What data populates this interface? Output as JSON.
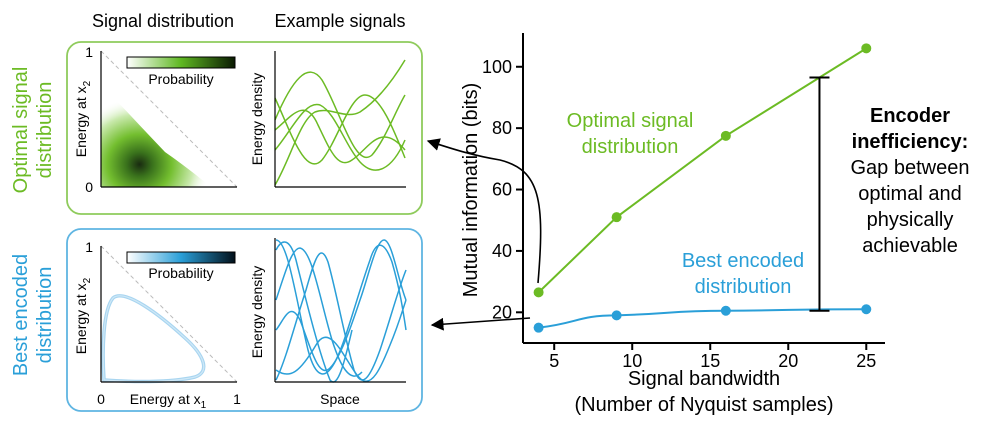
{
  "left": {
    "col_titles": {
      "distribution": "Signal distribution",
      "examples": "Example signals"
    },
    "optimal": {
      "row_label_1": "Optimal signal",
      "row_label_2": "distribution",
      "colorbar_label": "Probability",
      "y_axis": "Energy at x",
      "y_sub": "2",
      "ex_ylabel": "Energy density",
      "tick_y_top": "1",
      "tick_y_bottom": "0",
      "color": "#6cbb24"
    },
    "encoded": {
      "row_label_1": "Best encoded",
      "row_label_2": "distribution",
      "colorbar_label": "Probability",
      "y_axis": "Energy at x",
      "y_sub": "2",
      "x_axis": "Energy at x",
      "x_sub": "1",
      "ex_ylabel": "Energy density",
      "ex_xlabel": "Space",
      "tick_y_top": "1",
      "tick_origin": "0",
      "tick_x_right": "1",
      "color": "#2a9fd8"
    }
  },
  "chart_data": {
    "type": "line",
    "xlabel_line1": "Signal bandwidth",
    "xlabel_line2": "(Number of Nyquist samples)",
    "ylabel": "Mutual information (bits)",
    "xlim": [
      3,
      26.2
    ],
    "ylim": [
      10,
      111
    ],
    "xticks": [
      5,
      10,
      15,
      20,
      25
    ],
    "yticks": [
      20,
      40,
      60,
      80,
      100
    ],
    "series": [
      {
        "name": "Optimal signal distribution",
        "label_line1": "Optimal signal",
        "label_line2": "distribution",
        "color": "#6cbb24",
        "x": [
          4,
          9,
          16,
          25
        ],
        "y": [
          26.5,
          51,
          77.5,
          106
        ]
      },
      {
        "name": "Best encoded distribution",
        "label_line1": "Best encoded",
        "label_line2": "distribution",
        "color": "#2a9fd8",
        "x": [
          4,
          9,
          16,
          25
        ],
        "y": [
          15,
          19,
          20.5,
          21
        ]
      }
    ],
    "gap_marker": {
      "x": 22,
      "y_top": 96.5,
      "y_bottom": 20.5
    },
    "annotation": {
      "title_1": "Encoder",
      "title_2": "inefficiency:",
      "body": [
        "Gap between",
        "optimal and",
        "physically",
        "achievable"
      ]
    }
  }
}
